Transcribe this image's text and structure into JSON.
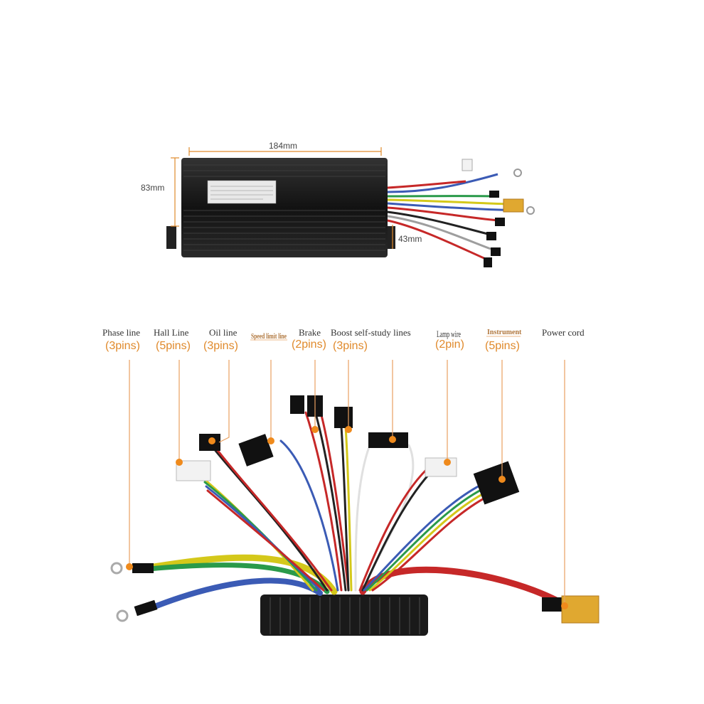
{
  "dimensions": {
    "length": "184mm",
    "height": "83mm",
    "depth": "43mm"
  },
  "colors": {
    "accent_orange": "#e08a2c",
    "guide_line": "#e8a060",
    "housing": "#1e1e1e"
  },
  "labels": [
    {
      "name": "Phase line",
      "pins": "(3pins)"
    },
    {
      "name": "Hall Line",
      "pins": "(5pins)"
    },
    {
      "name": "Oil line",
      "pins": "(3pins)"
    },
    {
      "name": "Speed limit line",
      "pins": ""
    },
    {
      "name": "Brake",
      "pins": "(2pins)"
    },
    {
      "name": "Boost self-study lines",
      "pins": "(3pins)"
    },
    {
      "name": "Lamp wire",
      "pins": "(2pin)"
    },
    {
      "name": "Instrument",
      "pins": "(5pins)"
    },
    {
      "name": "Power cord",
      "pins": ""
    }
  ]
}
